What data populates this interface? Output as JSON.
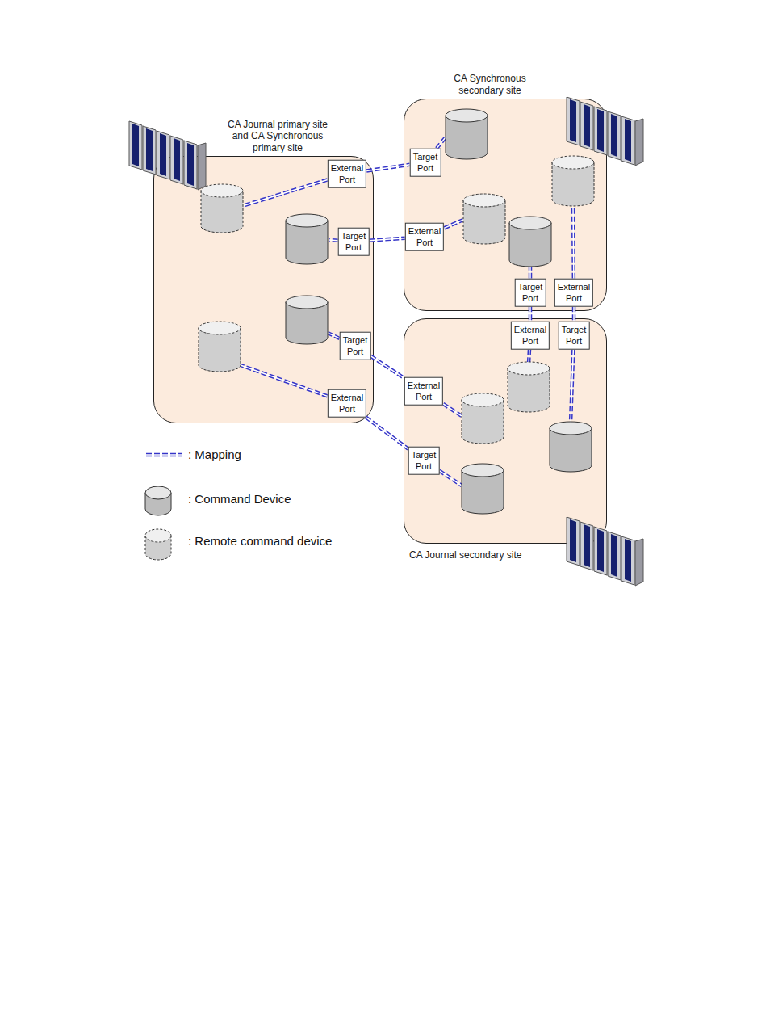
{
  "diagram": {
    "nodes": [
      {
        "text": [
          "CA Journal primary site and CA Synchronous primary site"
        ]
      },
      {
        "text": [
          "External Port"
        ],
        "in": 0
      },
      {
        "text": [
          "Target Port"
        ],
        "in": 0
      },
      {
        "text": [
          "Target Port"
        ],
        "in": 0
      },
      {
        "text": [
          "External Port"
        ],
        "in": 0
      },
      {
        "text": [
          "CA Synchronous secondary site"
        ]
      },
      {
        "text": [
          "Target Port"
        ],
        "in": 5
      },
      {
        "text": [
          "External Port"
        ],
        "in": 5
      },
      {
        "text": [
          "Target Port"
        ],
        "in": 5
      },
      {
        "text": [
          "External Port"
        ],
        "in": 5
      },
      {
        "text": [
          "CA Journal secondary site"
        ]
      },
      {
        "text": [
          "External Port"
        ],
        "in": 10
      },
      {
        "text": [
          "Target Port"
        ],
        "in": 10
      },
      {
        "text": [
          "External Port"
        ],
        "in": 10
      },
      {
        "text": [
          "Target Port"
        ],
        "in": 10
      }
    ],
    "edges": [
      {
        "from": 1,
        "to": 6,
        "arrow": "none"
      },
      {
        "from": 2,
        "to": 7,
        "arrow": "none"
      },
      {
        "from": 3,
        "to": 13,
        "arrow": "none"
      },
      {
        "from": 4,
        "to": 14,
        "arrow": "none"
      },
      {
        "from": 8,
        "to": 11,
        "arrow": "none"
      },
      {
        "from": 9,
        "to": 12,
        "arrow": "none"
      }
    ],
    "legend": [
      {
        "text": ": Mapping"
      },
      {
        "text": ": Command Device"
      },
      {
        "text": ": Remote command device"
      }
    ]
  }
}
